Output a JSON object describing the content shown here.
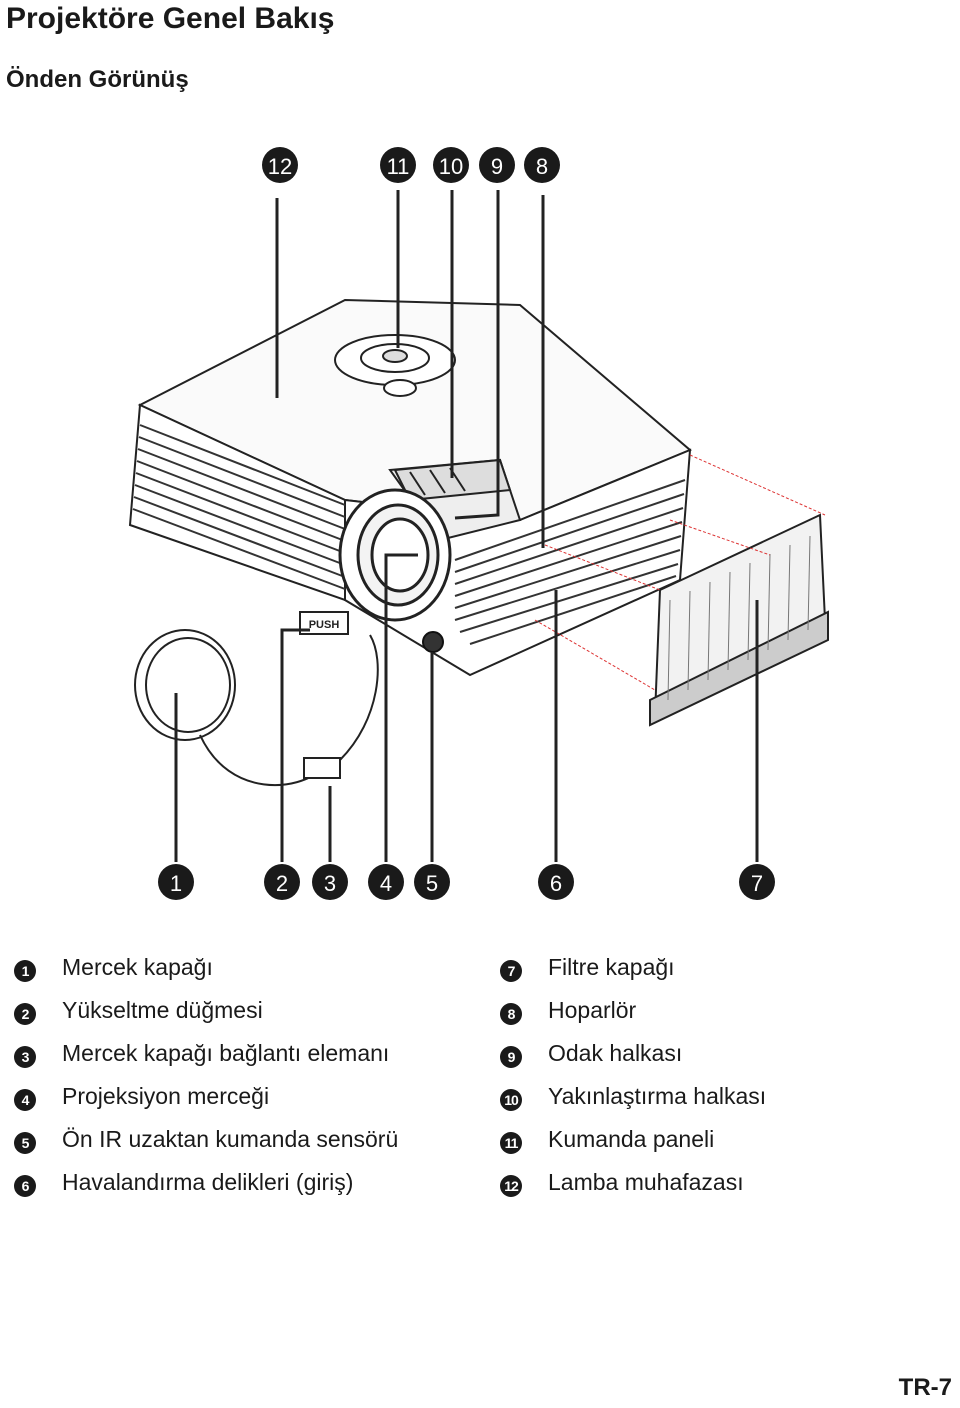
{
  "page": {
    "title": "Projektöre Genel Bakış",
    "subtitle": "Önden Görünüş",
    "page_number": "TR-7"
  },
  "diagram": {
    "callouts_top": [
      "12",
      "11",
      "10",
      "9",
      "8"
    ],
    "callouts_bottom": [
      "1",
      "2",
      "3",
      "4",
      "5",
      "6",
      "7"
    ],
    "push_label": "PUSH"
  },
  "legend_left": [
    {
      "num": "1",
      "label": "Mercek kapağı"
    },
    {
      "num": "2",
      "label": "Yükseltme düğmesi"
    },
    {
      "num": "3",
      "label": "Mercek kapağı bağlantı elemanı"
    },
    {
      "num": "4",
      "label": "Projeksiyon merceği"
    },
    {
      "num": "5",
      "label": "Ön IR uzaktan kumanda sensörü"
    },
    {
      "num": "6",
      "label": "Havalandırma delikleri (giriş)"
    }
  ],
  "legend_right": [
    {
      "num": "7",
      "label": "Filtre kapağı"
    },
    {
      "num": "8",
      "label": "Hoparlör"
    },
    {
      "num": "9",
      "label": "Odak halkası"
    },
    {
      "num": "10",
      "label": "Yakınlaştırma halkası"
    },
    {
      "num": "11",
      "label": "Kumanda paneli"
    },
    {
      "num": "12",
      "label": "Lamba muhafazası"
    }
  ]
}
